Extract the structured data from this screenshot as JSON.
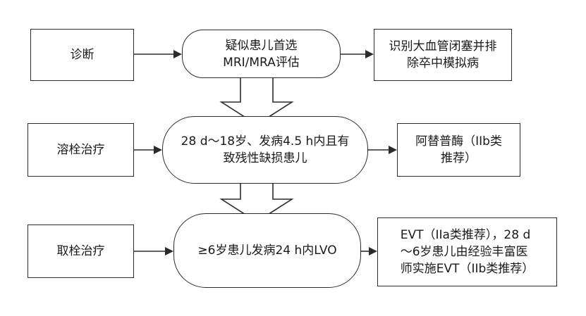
{
  "rows": [
    {
      "category": "诊断",
      "criteria": "疑似患儿首选\nMRI/MRA评估",
      "result": "识别大血管闭塞并排\n除卒中模拟病"
    },
    {
      "category": "溶栓治疗",
      "criteria": "28 d～18岁、发病4.5 h内且有\n致残性缺损患儿",
      "result": "阿替普酶（IIb类\n推荐）"
    },
    {
      "category": "取栓治疗",
      "criteria": "≥6岁患儿发病24 h内LVO",
      "result": "EVT（IIa类推荐），28 d\n～6岁患儿由经验丰富医\n师实施EVT（IIb类推荐）"
    }
  ]
}
